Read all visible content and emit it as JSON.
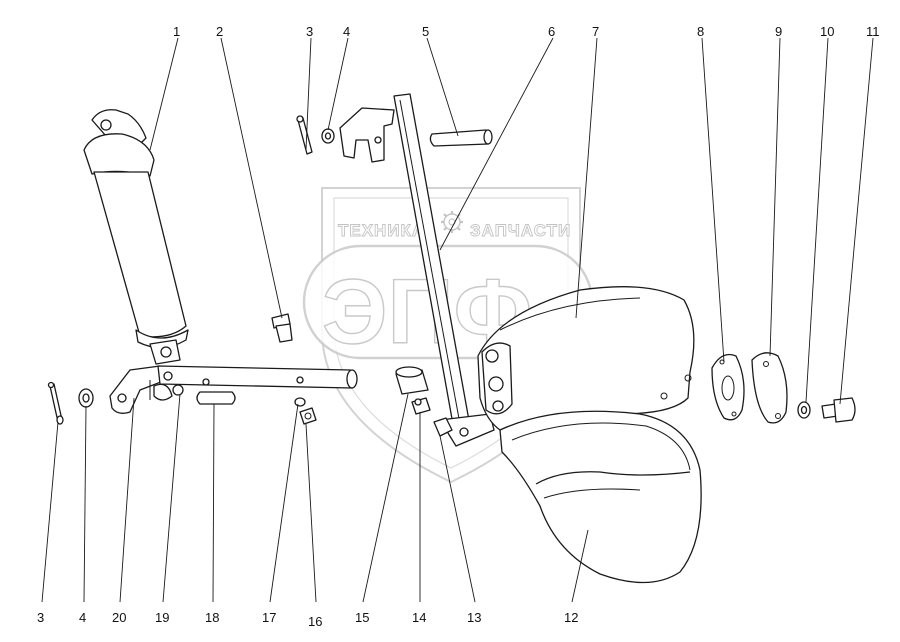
{
  "watermark": {
    "brand_top_left": "ТЕХНИКА",
    "brand_top_right": "ЗАПЧАСТИ",
    "logo_letters": "ЭПФ",
    "gear_icon": "gear-icon",
    "color_outline": "#c9c9c9"
  },
  "callouts_top": [
    "1",
    "2",
    "3",
    "4",
    "5",
    "6",
    "7",
    "8",
    "9",
    "10",
    "11"
  ],
  "callouts_bottom": [
    "3",
    "4",
    "20",
    "19",
    "18",
    "17",
    "16",
    "15",
    "14",
    "13",
    "12"
  ],
  "colors": {
    "ink": "#1a1a1a",
    "paper": "#ffffff"
  }
}
